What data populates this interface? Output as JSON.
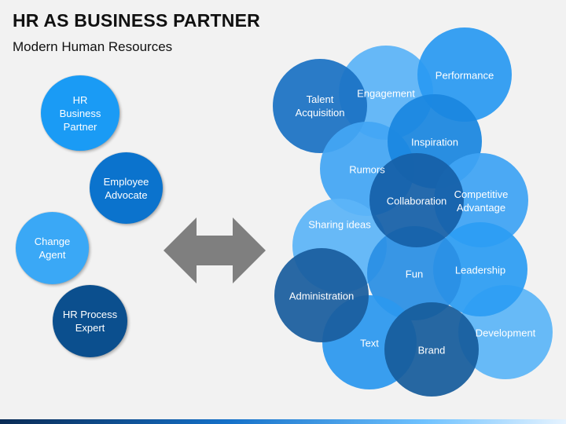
{
  "header": {
    "title": "HR AS BUSINESS PARTNER",
    "subtitle": "Modern Human Resources"
  },
  "roles": [
    {
      "label": "HR\nBusiness\nPartner",
      "color": "#1a9bf5"
    },
    {
      "label": "Employee\nAdvocate",
      "color": "#0b73cd"
    },
    {
      "label": "Change\nAgent",
      "color": "#3aa8f6"
    },
    {
      "label": "HR Process\nExpert",
      "color": "#0b4f8e"
    }
  ],
  "arrow": {
    "icon": "double-arrow-icon",
    "color": "#7f7f7f"
  },
  "bubbles": [
    {
      "label": "Talent\nAcquisition",
      "color": "#1b72c4"
    },
    {
      "label": "Engagement",
      "color": "#5bb4f8"
    },
    {
      "label": "Performance",
      "color": "#2a9af2"
    },
    {
      "label": "Inspiration",
      "color": "#1a86e0"
    },
    {
      "label": "Rumors",
      "color": "#43a6f4"
    },
    {
      "label": "Collaboration",
      "color": "#1560a8"
    },
    {
      "label": "Competitive\nAdvantage",
      "color": "#3ea4f4"
    },
    {
      "label": "Sharing ideas",
      "color": "#5db5f7"
    },
    {
      "label": "Fun",
      "color": "#2a8fe4"
    },
    {
      "label": "Leadership",
      "color": "#2c9df3"
    },
    {
      "label": "Development",
      "color": "#5cb6f8"
    },
    {
      "label": "Text",
      "color": "#2b98ef"
    },
    {
      "label": "Brand",
      "color": "#175c9c"
    },
    {
      "label": "Administration",
      "color": "#1a5e9e"
    }
  ]
}
